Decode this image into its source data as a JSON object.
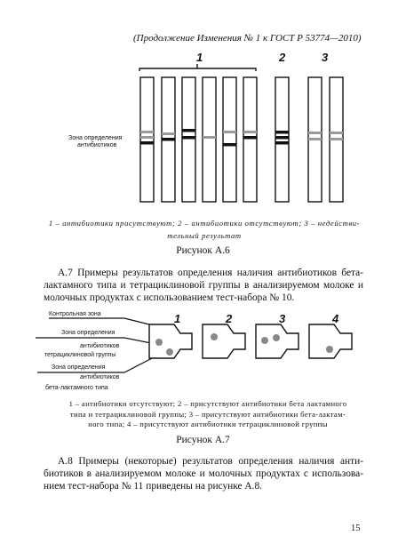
{
  "header": "(Продолжение Изменения № 1 к ГОСТ Р 53774—2010)",
  "figure_a6": {
    "group_labels": [
      "1",
      "2",
      "3"
    ],
    "zone_label_lines": [
      "Зона определения",
      "антибиотиков"
    ],
    "caption_line1": "1 – антибиотики присутствуют; 2 – антибиотики отсутствуют; 3 – недействи-",
    "caption_line2": "тельный результат",
    "title": "Рисунок А.6"
  },
  "paragraph_a7": {
    "lines": [
      "А.7 Примеры результатов определения наличия антибиотиков бета-",
      "лактамного типа и тетрациклиновой группы в анализируемом молоке и",
      "молочных продуктах с использованием тест-набора № 10."
    ]
  },
  "figure_a7": {
    "labels": {
      "control_zone": "Контрольная зона",
      "tetra_zone_lines": [
        "Зона определения",
        "антибиотиков",
        "тетрациклиновой группы"
      ],
      "beta_zone_lines": [
        "Зона определения",
        "антибиотиков",
        "бета-лактамного типа"
      ]
    },
    "card_numbers": [
      "1",
      "2",
      "3",
      "4"
    ],
    "caption_line1": "1 – антибиотики отсутствуют; 2 – присутствуют антибиотики бета лактамного",
    "caption_line2": "типа и тетрациклиновой группы; 3 – присутствуют антибиотики  бета-лактам-",
    "caption_line3": "ного типа; 4 – присутствуют антибиотики тетрациклиновой группы",
    "title": "Рисунок А.7"
  },
  "paragraph_a8": {
    "lines": [
      "А.8 Примеры (некоторые) результатов определения наличия анти-",
      "биотиков в анализируемом молоке и молочных продуктах с использова-",
      "нием тест-набора № 11 приведены на рисунке А.8."
    ]
  },
  "page_number": "15"
}
